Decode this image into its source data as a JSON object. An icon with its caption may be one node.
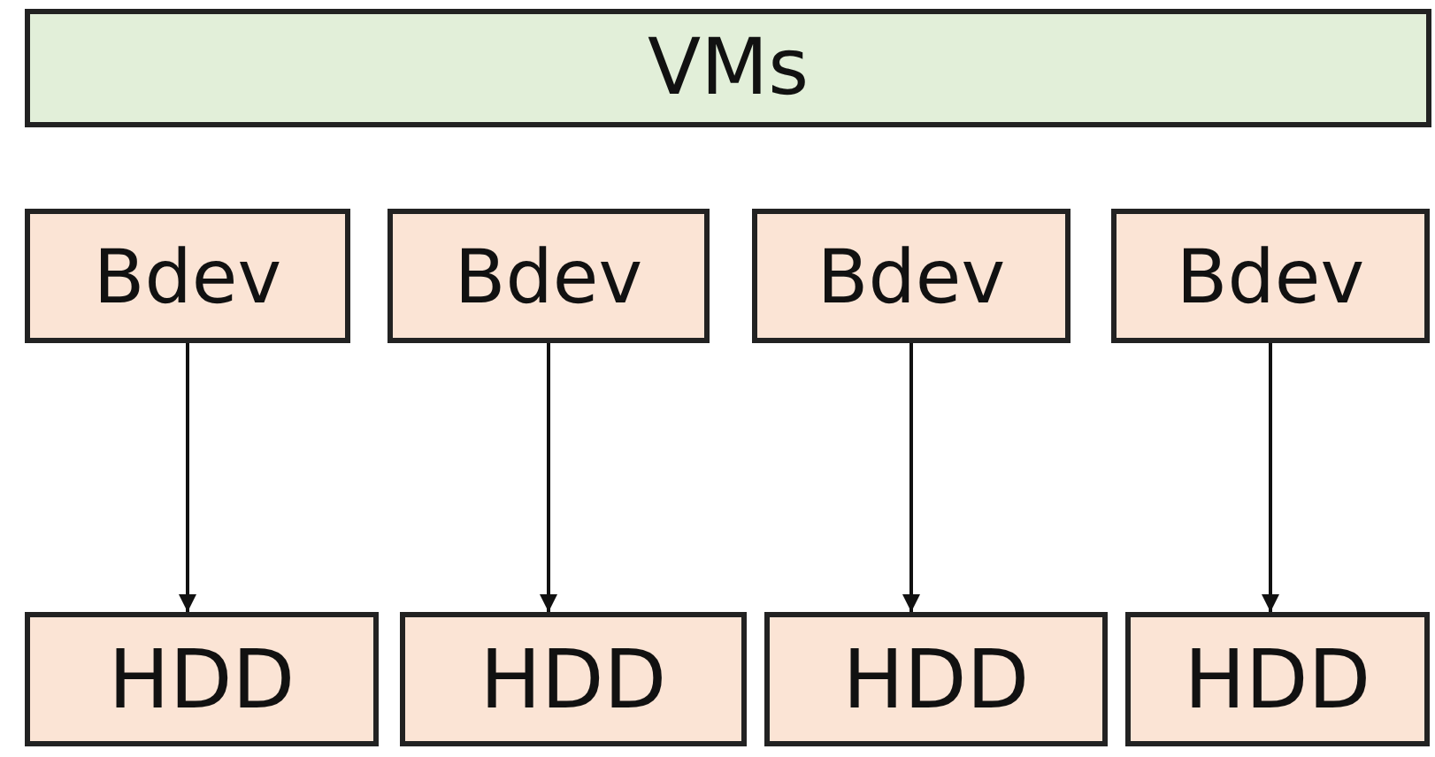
{
  "diagram": {
    "nodes": [
      {
        "text": [
          "VMs"
        ]
      },
      {
        "text": [
          "Bdev"
        ]
      },
      {
        "text": [
          "Bdev"
        ]
      },
      {
        "text": [
          "Bdev"
        ]
      },
      {
        "text": [
          "Bdev"
        ]
      },
      {
        "text": [
          "HDD"
        ]
      },
      {
        "text": [
          "HDD"
        ]
      },
      {
        "text": [
          "HDD"
        ]
      },
      {
        "text": [
          "HDD"
        ]
      }
    ],
    "edges": [
      {
        "from": 1,
        "to": 5,
        "arrow": "to"
      },
      {
        "from": 2,
        "to": 6,
        "arrow": "to"
      },
      {
        "from": 3,
        "to": 7,
        "arrow": "to"
      },
      {
        "from": 4,
        "to": 8,
        "arrow": "to"
      }
    ]
  }
}
